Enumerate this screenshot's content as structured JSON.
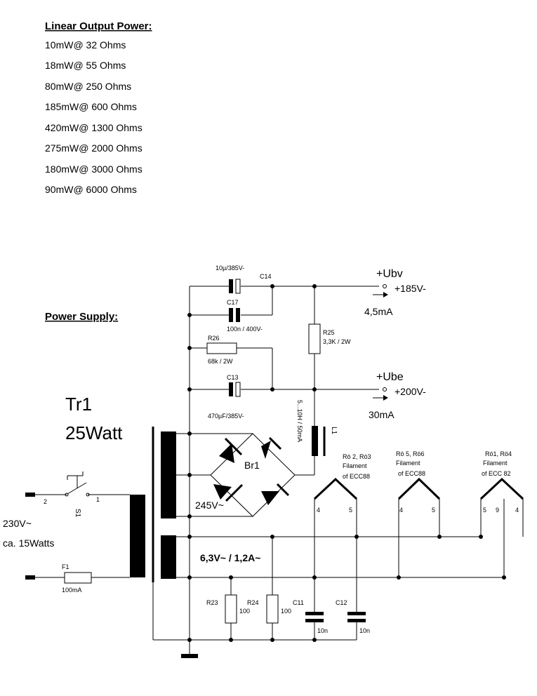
{
  "output_power": {
    "heading": "Linear Output Power:",
    "rows": [
      "10mW@ 32 Ohms",
      "18mW@ 55 Ohms",
      "80mW@ 250 Ohms",
      "185mW@ 600 Ohms",
      "420mW@ 1300 Ohms",
      "275mW@ 2000 Ohms",
      "180mW@ 3000 Ohms",
      "90mW@ 6000 Ohms"
    ]
  },
  "power_supply": {
    "heading": "Power Supply:",
    "transformer": {
      "name": "Tr1",
      "rating": "25Watt"
    },
    "mains": {
      "voltage": "230V~",
      "power": "ca. 15Watts"
    },
    "switch": {
      "name": "S1",
      "pin_a": "2",
      "pin_b": "1"
    },
    "fuse": {
      "name": "F1",
      "value": "100mA"
    },
    "secondary_hv": "245V~",
    "secondary_fil": "6,3V~ / 1,2A~",
    "bridge": "Br1",
    "components": {
      "c14": {
        "name": "C14",
        "value": "10µ/385V-"
      },
      "c17": {
        "name": "C17",
        "value": "100n / 400V-"
      },
      "r26": {
        "name": "R26",
        "value": "68k / 2W"
      },
      "c13": {
        "name": "C13",
        "value": "470µF/385V-"
      },
      "r25": {
        "name": "R25",
        "value": "3,3K / 2W"
      },
      "l1": {
        "name": "L1",
        "value": "5...10H / 50mA"
      },
      "r23": {
        "name": "R23",
        "value": ""
      },
      "r24": {
        "name": "R24",
        "value": "100"
      },
      "r23_value": "100",
      "c11": {
        "name": "C11",
        "value": "10n"
      },
      "c12": {
        "name": "C12",
        "value": "10n"
      }
    },
    "outputs": {
      "ubv": {
        "name": "+Ubv",
        "voltage": "+185V-",
        "current": "4,5mA"
      },
      "ube": {
        "name": "+Ube",
        "voltage": "+200V-",
        "current": "30mA"
      }
    },
    "tubes": [
      {
        "l1": "Rö 2, Rö3",
        "l2": "Filament",
        "l3": "of  ECC88",
        "pin_a": "4",
        "pin_b": "5"
      },
      {
        "l1": "Rö 5, Rö6",
        "l2": "Filament",
        "l3": "of  ECC88",
        "pin_a": "4",
        "pin_b": "5"
      },
      {
        "l1": "Rö1, Rö4",
        "l2": "Filament",
        "l3": "of  ECC 82",
        "pin_a": "5",
        "pin_mid": "9",
        "pin_b": "4"
      }
    ]
  }
}
